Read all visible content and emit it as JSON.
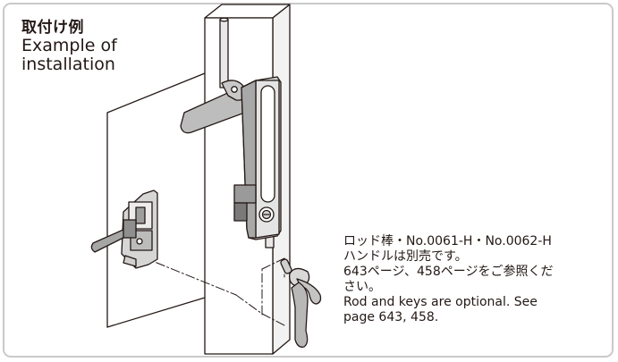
{
  "title": {
    "ja": "取付け例",
    "en_line1": "Example of",
    "en_line2": "installation"
  },
  "note": {
    "line1": "ロッド棒・No.0061-H・No.0062-H",
    "line2": "ハンドルは別売です。",
    "line3": "643ページ、458ページをご参照くだ",
    "line4": "さい。",
    "line5": "Rod and keys are optional. See",
    "line6": "page 643, 458."
  }
}
